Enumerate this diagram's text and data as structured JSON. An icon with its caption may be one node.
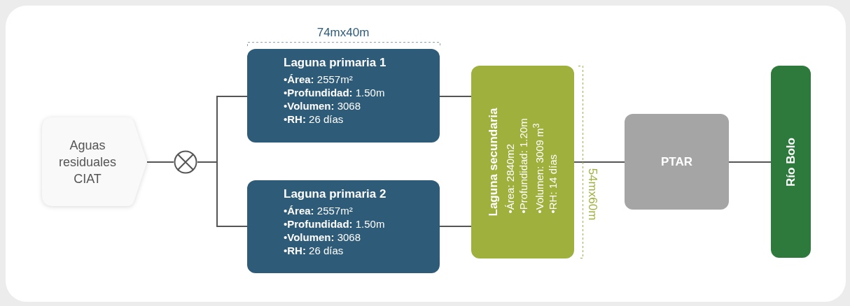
{
  "diagram": {
    "nodes": [
      {
        "text": [
          "Aguas residuales CIAT"
        ]
      },
      {
        "text": [],
        "shape": "circle"
      },
      {
        "text": [
          "Laguna primaria 1",
          "•**Área:** 2557m²",
          "•**Profundidad:** 1.50m",
          "•**Volumen:** 3068",
          "•**RH:** 26 días"
        ]
      },
      {
        "text": [
          "Laguna primaria 2",
          "•**Área:** 2557m²",
          "•**Profundidad:** 1.50m",
          "•**Volumen:** 3068",
          "•**RH:** 26 días"
        ]
      },
      {
        "text": [
          "Laguna secundaria",
          "•Área: 2840m2",
          "•Profundidad: 1.20m",
          "•Volumen: 3009 m$^{3}$",
          "•RH: 14 días"
        ]
      },
      {
        "text": [
          "PTAR"
        ]
      },
      {
        "text": [
          "Río Bolo"
        ]
      }
    ],
    "edges": [
      {
        "from": 0,
        "to": 1,
        "arrow": "none"
      },
      {
        "from": 1,
        "to": 2,
        "arrow": "none"
      },
      {
        "from": 1,
        "to": 3,
        "arrow": "none"
      },
      {
        "from": 2,
        "to": 4,
        "arrow": "none"
      },
      {
        "from": 3,
        "to": 4,
        "arrow": "none"
      },
      {
        "from": 4,
        "to": 5,
        "arrow": "none"
      },
      {
        "from": 5,
        "to": 6,
        "arrow": "none"
      }
    ],
    "labels": [
      "74mx40m",
      "54mx60m"
    ]
  }
}
